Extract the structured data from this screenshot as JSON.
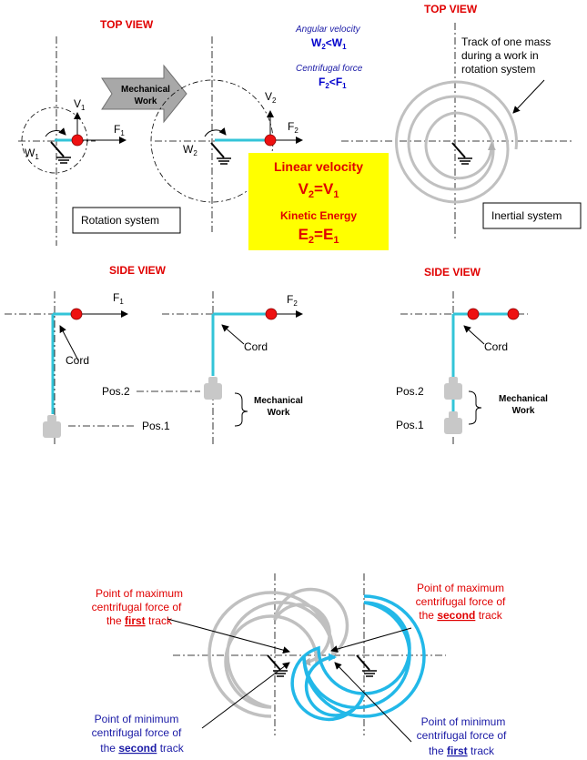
{
  "top_view_left": "TOP VIEW",
  "top_view_right": "TOP VIEW",
  "side_view_left": "SIDE VIEW",
  "side_view_right": "SIDE VIEW",
  "mechanical_work_arrow": [
    "Mechanical",
    "Work"
  ],
  "angular_velocity": {
    "label": "Angular velocity",
    "rel_left": "W",
    "rel_sub_left": "2",
    "rel_op": "<",
    "rel_right": "W",
    "rel_sub_right": "1"
  },
  "centrifugal_force": {
    "label": "Centrifugal force",
    "rel_left": "F",
    "rel_sub_left": "2",
    "rel_op": "<",
    "rel_right": "F",
    "rel_sub_right": "1"
  },
  "track_note": [
    "Track of one mass",
    "during a work in",
    "rotation system"
  ],
  "rotation_system": "Rotation system",
  "inertial_system": "Inertial system",
  "yellow_box": {
    "linear_velocity": "Linear velocity",
    "v_rel": {
      "a": "V",
      "as": "2",
      "op": "=",
      "b": "V",
      "bs": "1"
    },
    "kinetic_energy": "Kinetic Energy",
    "e_rel": {
      "a": "E",
      "as": "2",
      "op": "=",
      "b": "E",
      "bs": "1"
    },
    "color": "#ffff00"
  },
  "symbols": {
    "V": "V",
    "F": "F",
    "W": "W",
    "s1": "1",
    "s2": "2"
  },
  "cord": "Cord",
  "pos1": "Pos.1",
  "pos2": "Pos.2",
  "mech_work_small": [
    "Mechanical",
    "Work"
  ],
  "bottom": {
    "max_first": [
      "Point of maximum",
      "centrifugal force of",
      "the",
      "first",
      "track"
    ],
    "max_second": [
      "Point of maximum",
      "centrifugal force of",
      "the",
      "second",
      "track"
    ],
    "min_second": [
      "Point of minimum",
      "centrifugal force of",
      "the",
      "second",
      "track"
    ],
    "min_first": [
      "Point of minimum",
      "centrifugal force of",
      "the",
      "first",
      "track"
    ]
  },
  "colors": {
    "cord": "#33c4d8",
    "mass": "#ee1111",
    "spiral_grey": "#c0c0c0",
    "spiral_blue": "#22b8e8",
    "title_red": "#e00000",
    "blue_text": "#1a1aa6"
  }
}
